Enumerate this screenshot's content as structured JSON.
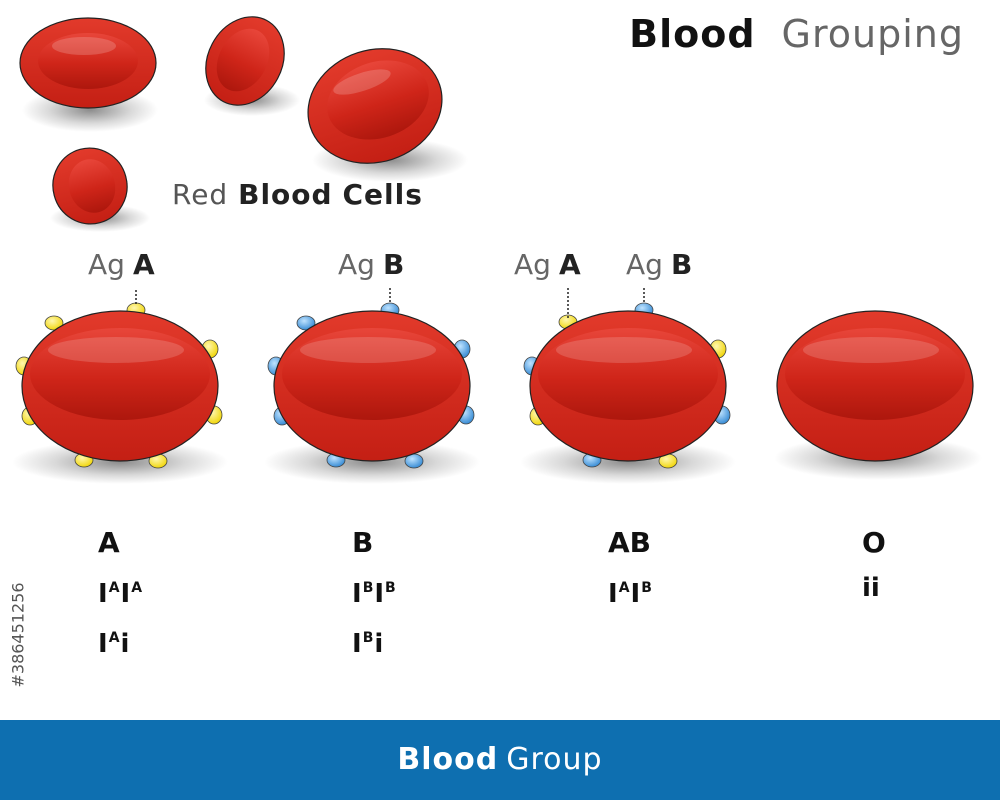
{
  "title": {
    "word1": "Blood",
    "word2": "Grouping"
  },
  "rbc_label": {
    "word1": "Red",
    "word2": "Blood",
    "word3": "Cells"
  },
  "antigen_labels": [
    {
      "prefix": "Ag",
      "letter": "A"
    },
    {
      "prefix": "Ag",
      "letter": "B"
    },
    {
      "prefix": "Ag",
      "letter": "A"
    },
    {
      "prefix": "Ag",
      "letter": "B"
    }
  ],
  "groups": [
    {
      "name": "A",
      "genotypes": [
        {
          "a1": "A",
          "a2": "A"
        },
        {
          "a1": "A",
          "suffix": "i"
        }
      ]
    },
    {
      "name": "B",
      "genotypes": [
        {
          "a1": "B",
          "a2": "B"
        },
        {
          "a1": "B",
          "suffix": "i"
        }
      ]
    },
    {
      "name": "AB",
      "genotypes": [
        {
          "a1": "A",
          "a2": "B"
        }
      ]
    },
    {
      "name": "O",
      "genotypes": [
        {
          "text": "ii"
        }
      ]
    }
  ],
  "allele_base": "I",
  "footer": {
    "word1": "Blood",
    "word2": "Group"
  },
  "watermark": "#386451256",
  "colors": {
    "cell": "#d8291c",
    "cell_dark": "#b51a10",
    "antigen_a": "#f3dd10",
    "antigen_b": "#3d8fd6",
    "footer_bar": "#0e6fb0"
  }
}
